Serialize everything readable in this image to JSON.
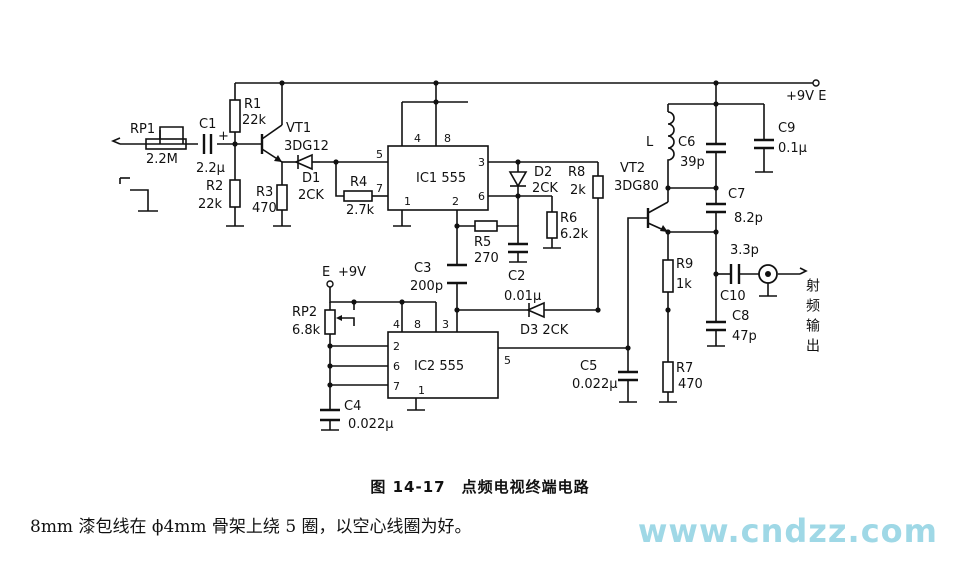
{
  "caption": "图 14-17　点频电视终端电路",
  "note": "8mm 漆包线在 ϕ4mm 骨架上绕 5 圈，以空心线圈为好。",
  "watermark": "www.cndzz.com",
  "supply": {
    "top": "+9V E",
    "left_e": "E",
    "left_v": "+9V"
  },
  "output_label": "射频输出",
  "ic1": {
    "name": "IC1 555",
    "pins": [
      "4",
      "8",
      "5",
      "3",
      "6",
      "7",
      "1",
      "2"
    ]
  },
  "ic2": {
    "name": "IC2 555",
    "pins": [
      "4",
      "8",
      "3",
      "2",
      "6",
      "7",
      "1",
      "5"
    ]
  },
  "parts": {
    "rp1": "RP1",
    "rp1_val": "2.2M",
    "c1": "C1",
    "c1_val": "2.2μ",
    "plus": "+",
    "r1": "R1",
    "r1_val": "22k",
    "r2": "R2",
    "r2_val": "22k",
    "r3": "R3",
    "r3_val": "470",
    "vt1": "VT1",
    "vt1_type": "3DG12",
    "d1": "D1",
    "d1_type": "2CK",
    "r4": "R4",
    "r4_val": "2.7k",
    "d2": "D2",
    "d2_type": "2CK",
    "r8": "R8",
    "r8_val": "2k",
    "r6": "R6",
    "r6_val": "6.2k",
    "r5": "R5",
    "r5_val": "270",
    "c2": "C2",
    "c2_val": "0.01μ",
    "c3": "C3",
    "c3_val": "200p",
    "d3": "D3 2CK",
    "rp2": "RP2",
    "rp2_val": "6.8k",
    "c4": "C4",
    "c4_val": "0.022μ",
    "c5": "C5",
    "c5_val": "0.022μ",
    "l": "L",
    "c6": "C6",
    "c6_val": "39p",
    "c9": "C9",
    "c9_val": "0.1μ",
    "vt2": "VT2",
    "vt2_type": "3DG80",
    "c7": "C7",
    "c7_val": "8.2p",
    "r9": "R9",
    "r9_val": "1k",
    "c10": "C10",
    "c10_val": "3.3p",
    "c8": "C8",
    "c8_val": "47p",
    "r7": "R7",
    "r7_val": "470"
  }
}
